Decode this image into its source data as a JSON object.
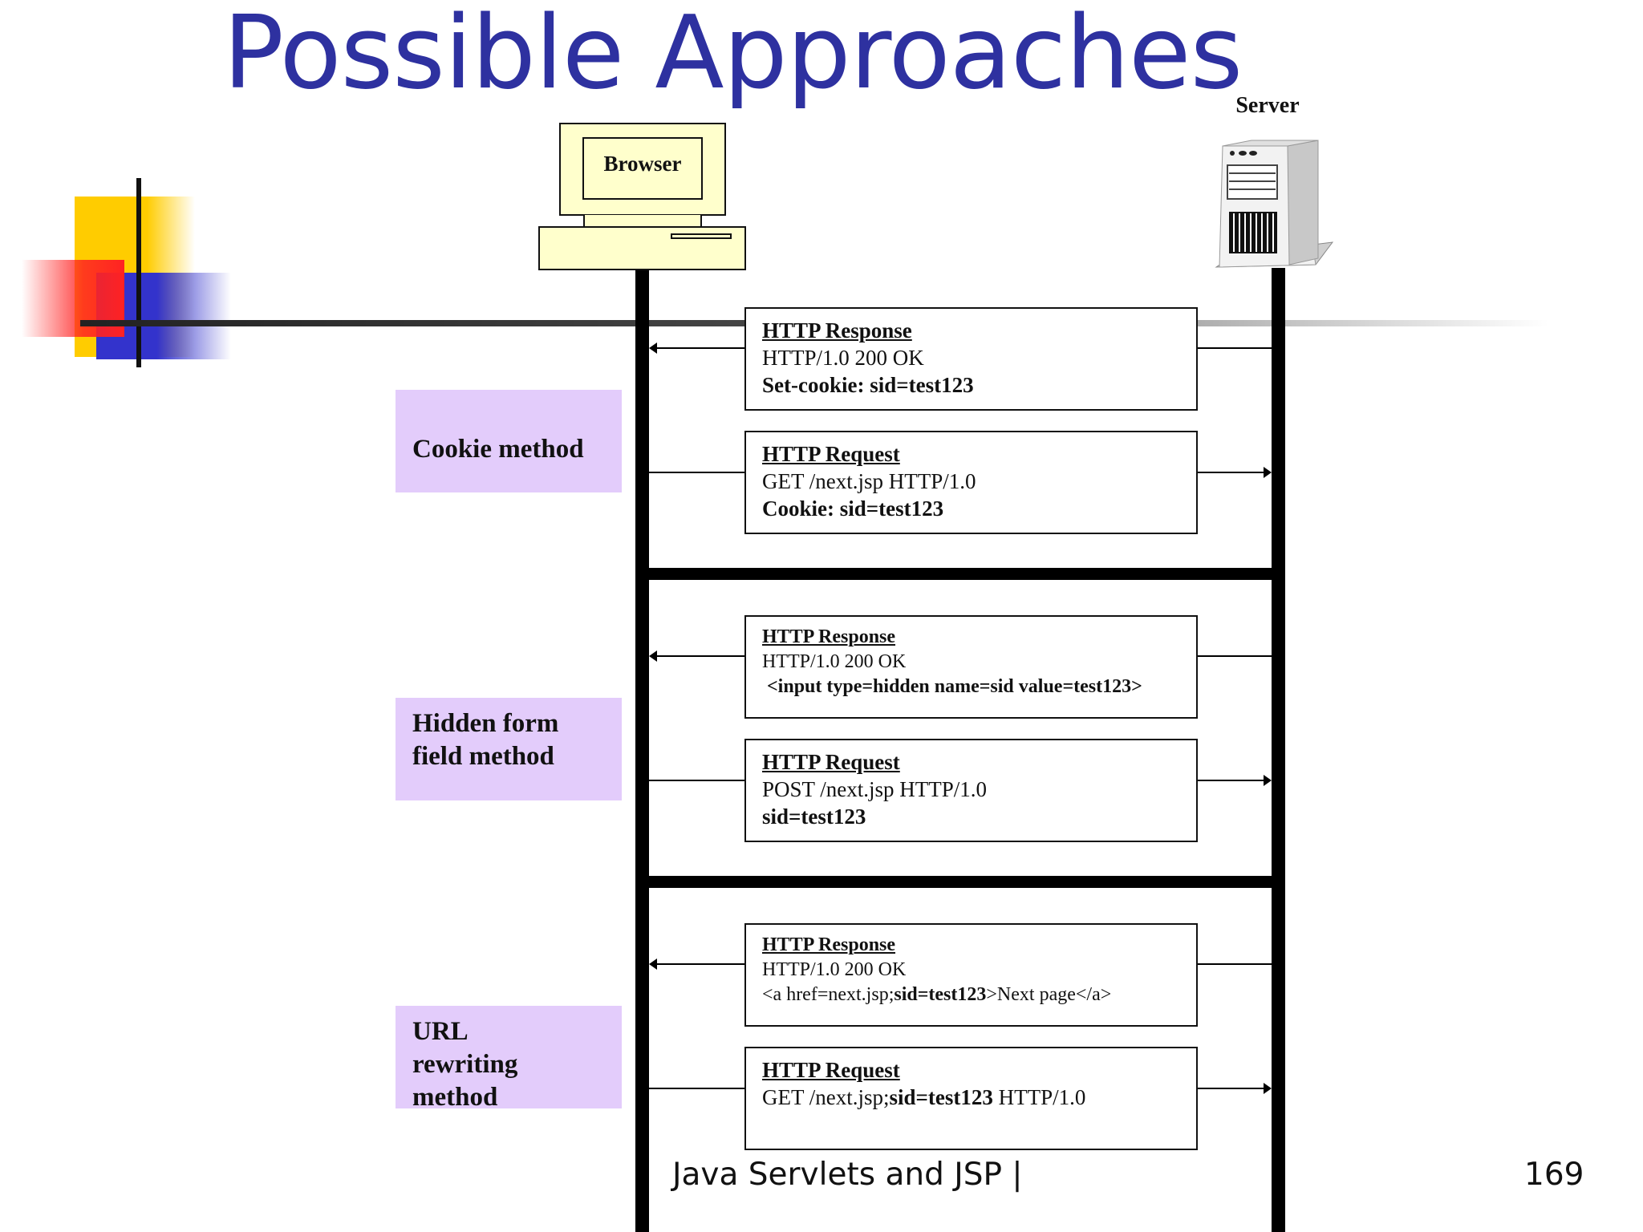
{
  "slide": {
    "title": "Possible Approaches",
    "footer": "Java Servlets and JSP |",
    "page_number": "169"
  },
  "participants": {
    "client_label": "Browser",
    "server_label": "Server"
  },
  "sections": [
    {
      "method_label": "Cookie method",
      "response": {
        "heading": "HTTP Response",
        "status": "HTTP/1.0 200 OK",
        "detail": "Set-cookie: sid=test123"
      },
      "request": {
        "heading": "HTTP Request",
        "line": "GET /next.jsp HTTP/1.0",
        "detail": "Cookie: sid=test123"
      }
    },
    {
      "method_label": "Hidden form field method",
      "response": {
        "heading": "HTTP Response",
        "status": "HTTP/1.0 200 OK",
        "detail": "<input type=hidden name=sid value=test123>"
      },
      "request": {
        "heading": "HTTP Request",
        "line": "POST /next.jsp HTTP/1.0",
        "detail": "sid=test123"
      }
    },
    {
      "method_label": "URL rewriting method",
      "response": {
        "heading": "HTTP Response",
        "status": "HTTP/1.0 200 OK",
        "detail_prefix": "<a href=next.jsp;",
        "detail_bold": "sid=test123",
        "detail_suffix": ">Next page</a>"
      },
      "request": {
        "heading": "HTTP Request",
        "line_prefix": "GET /next.jsp;",
        "line_bold": "sid=test123",
        "line_suffix": " HTTP/1.0"
      }
    }
  ],
  "colors": {
    "title": "#2e31a0",
    "method_box": "#e3ccfb",
    "browser_fill": "#ffffcc",
    "deco_yellow": "#ffcc00",
    "deco_red": "#ff2222",
    "deco_blue": "#3333cc"
  }
}
